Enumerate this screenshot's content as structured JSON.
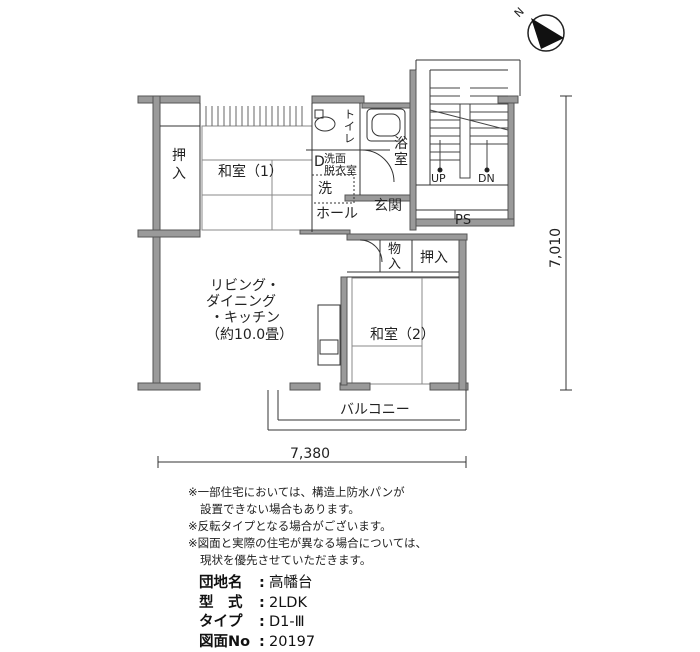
{
  "compass": {
    "label": "N"
  },
  "rooms": {
    "closet1": [
      "押",
      "入"
    ],
    "washitsu1": "和室（1）",
    "toilet": [
      "ト",
      "イ",
      "レ"
    ],
    "bath": [
      "浴",
      "室"
    ],
    "dressing_mark": "D",
    "dressing": [
      "洗面",
      "脱衣室"
    ],
    "washer": "洗",
    "hall": "ホール",
    "genkan": "玄関",
    "storage": [
      "物",
      "入"
    ],
    "closet2": "押入",
    "ldk": [
      "リビング・",
      "ダイニング",
      "・キッチン",
      "（約10.0畳）"
    ],
    "washitsu2": "和室（2）",
    "balcony": "バルコニー",
    "ps": "PS",
    "up": "UP",
    "dn": "DN"
  },
  "dimensions": {
    "width": "7,380",
    "depth": "7,010"
  },
  "notes": [
    "※一部住宅においては、構造上防水パンが",
    "設置できない場合もあります。",
    "※反転タイプとなる場合がございます。",
    "※図面と実際の住宅が異なる場合については、",
    "現状を優先させていただきます。"
  ],
  "info": [
    {
      "key": "団地名",
      "value": "高幡台"
    },
    {
      "key": "型　式",
      "value": "2LDK"
    },
    {
      "key": "タイプ",
      "value": "D1-Ⅲ"
    },
    {
      "key": "図面No",
      "value": "20197"
    }
  ]
}
